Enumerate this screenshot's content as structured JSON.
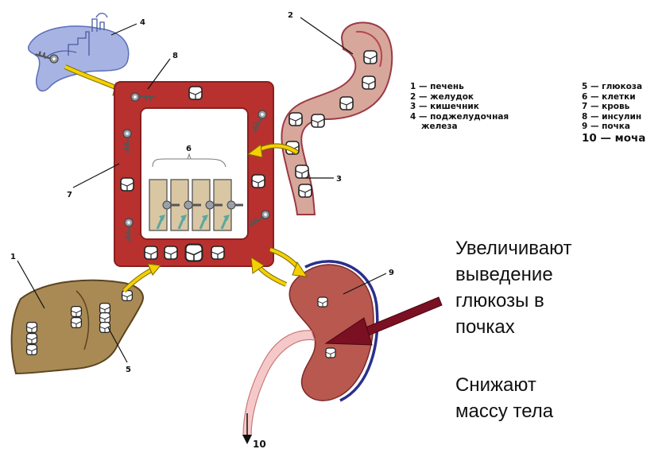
{
  "legend": {
    "left": [
      {
        "text": "1 — печень"
      },
      {
        "text": "2 — желудок"
      },
      {
        "text": "3 — кишечник"
      },
      {
        "text": "4 — поджелудочная"
      },
      {
        "text": "железа"
      }
    ],
    "right": [
      {
        "text": "5 — глюкоза"
      },
      {
        "text": "6 — клетки"
      },
      {
        "text": "7 — кровь"
      },
      {
        "text": "8 — инсулин"
      },
      {
        "text": "9 — почка"
      },
      {
        "text": "10 — моча"
      }
    ]
  },
  "labels": {
    "n1": "1",
    "n2": "2",
    "n3": "3",
    "n4": "4",
    "n5": "5",
    "n6": "6",
    "n7": "7",
    "n8": "8",
    "n9": "9",
    "n10": "10"
  },
  "captions": {
    "effect_1": [
      "Увеличивают",
      "выведение",
      "глюкозы в",
      "почках"
    ],
    "effect_2": [
      "Снижают",
      "массу тела"
    ]
  },
  "colors": {
    "blood": "#b8312f",
    "liver": "#a98a55",
    "stomach": "#d7a79b",
    "kidney": "#b8584f",
    "pancreas": "#a7b3e3",
    "arrow_yellow": "#f5d000",
    "arrow_dark": "#7a1022",
    "cells": "#d9c7a3"
  }
}
